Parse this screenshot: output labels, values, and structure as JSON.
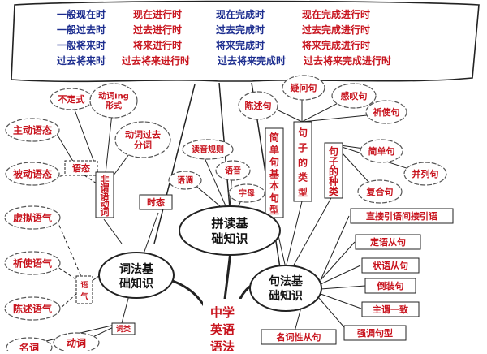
{
  "colors": {
    "red": "#c8141e",
    "blue": "#1c2d8f",
    "black": "#111111",
    "line": "#222222",
    "cloud_stroke": "#555555"
  },
  "tense_banner": {
    "rows": [
      [
        "一般现在时",
        "现在进行时",
        "现在完成时",
        "现在完成进行时"
      ],
      [
        "一般过去时",
        "过去进行时",
        "过去完成时",
        "过去完成进行时"
      ],
      [
        "一般将来时",
        "将来进行时",
        "将来完成时",
        "将来完成进行时"
      ],
      [
        "过去将来时",
        "过去将来进行时",
        "过去将来完成时",
        "过去将来完成进行时"
      ]
    ]
  },
  "center": {
    "label": "中学英语语法"
  },
  "hubs": {
    "lexical": "词法基础知识",
    "phonetic": "拼读基础知识",
    "syntax": "句法基础知识"
  },
  "left_branch": {
    "clouds": [
      "不定式",
      "动词ing形式",
      "动词过去分词",
      "主动语态",
      "被动语态",
      "虚拟语气",
      "祈使语气",
      "陈述语气",
      "名词",
      "动词"
    ],
    "boxes": [
      "语态",
      "非谓语动词",
      "时态",
      "语气",
      "词类"
    ]
  },
  "phonetic_branch": {
    "clouds": [
      "读音规则",
      "语调",
      "语音",
      "字母"
    ]
  },
  "syntax_branch": {
    "clouds": [
      "陈述句",
      "疑问句",
      "感叹句",
      "祈使句",
      "简单句",
      "并列句",
      "复合句"
    ],
    "vertical_boxes": [
      "简单句基本句型",
      "句子的类型",
      "句子的种类"
    ],
    "boxes": [
      "直接引语间接引语",
      "定语从句",
      "状语从句",
      "倒装句",
      "主谓一致",
      "强调句型",
      "名词性从句"
    ]
  }
}
